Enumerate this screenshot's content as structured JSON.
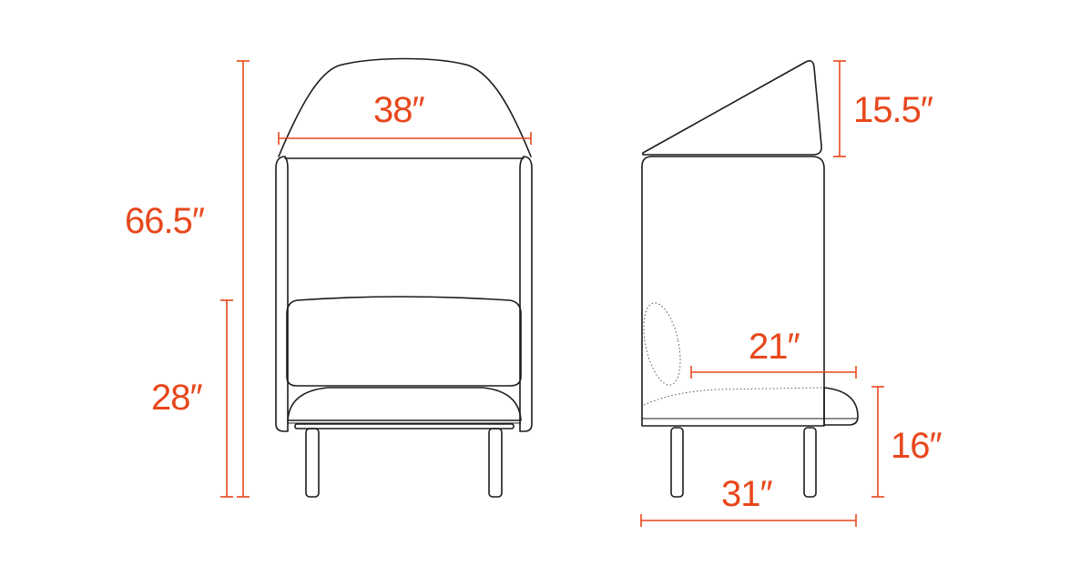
{
  "colors": {
    "dimension": "#e8471c",
    "outline": "#1c1c1c"
  },
  "dimensions": {
    "total_height": "66.5″",
    "seat_back_height": "28″",
    "front_width": "38″",
    "headrest_height": "15.5″",
    "seat_depth": "21″",
    "seat_height": "16″",
    "overall_depth": "31″"
  }
}
